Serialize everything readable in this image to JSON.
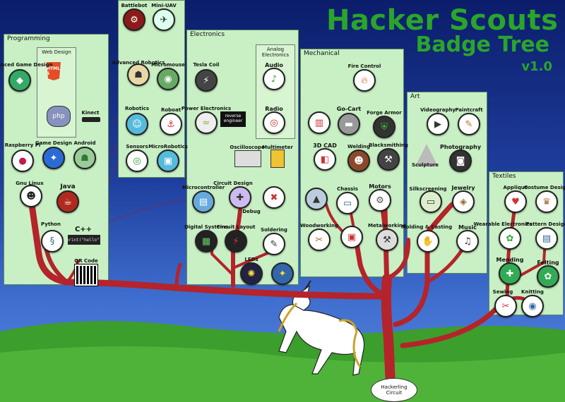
{
  "title": {
    "line1": "Hacker Scouts",
    "line2": "Badge Tree",
    "version": "v1.0"
  },
  "root": {
    "line1": "Hackerling",
    "line2": "Circuit"
  },
  "colors": {
    "title": "#2aa52a",
    "branch": "#c0282a",
    "panel": "#c8f0c4",
    "sky": "#1f3f9e",
    "grass": "#3c9e2c"
  },
  "panels": {
    "programming": "Programming",
    "web_design": "Web Design",
    "electronics": "Electronics",
    "analog": "Analog Electronics",
    "mechanical": "Mechanical",
    "art": "Art",
    "textiles": "Textiles"
  },
  "labels": {
    "html5": "HTML 5",
    "code_snippet": "print(\"hello\")",
    "reverse_engineer": "reverse engineer",
    "kinect": "Kinect",
    "oscilloscope": "Oscilloscope",
    "multimeter": "Multimeter"
  },
  "badges": {
    "advanced_game_design": "Advanced Game Design",
    "raspberry_pi": "Raspberry Pi",
    "game_design": "Game Design",
    "android": "Android",
    "gnu_linux": "Gnu Linux",
    "java": "Java",
    "python": "Python",
    "cpp": "C++",
    "qr_code": "QR Code",
    "battlebot": "Battlebot",
    "mini_uav": "Mini-UAV",
    "advanced_robotics": "Advanced Robotics",
    "micromouse": "Micromouse",
    "robotics": "Robotics",
    "roboat": "Roboat",
    "sensors": "Sensors",
    "microrobotics": "MicroRobotics",
    "tesla_coil": "Tesla Coil",
    "power_electronics": "Power Electronics",
    "audio": "Audio",
    "radio": "Radio",
    "microcontroller": "Microcontroller",
    "circuit_design": "Circuit Design",
    "debug": "Debug",
    "digital_systems": "Digital Systems",
    "circuit_layout": "Circuit Layout",
    "soldering": "Soldering",
    "leds": "LEDs",
    "fire_control": "Fire Control",
    "go_cart": "Go-Cart",
    "forge_armor": "Forge Armor",
    "cad_3d": "3D CAD",
    "welding": "Welding",
    "blacksmithing": "Blacksmithing",
    "chassis": "Chassis",
    "motors": "Motors",
    "woodworking": "Woodworking",
    "metalworking": "Metalworking",
    "videography": "Videography",
    "paintcraft": "Paintcraft",
    "sculpture": "Sculpture",
    "photography": "Photography",
    "silkscreening": "Silkscreening",
    "jewelry": "Jewelry",
    "molding_casting": "Molding & Casting",
    "music": "Music",
    "applique": "Applique",
    "costume_design": "Costume Design",
    "wearable_electronics": "Wearable Electronics",
    "pattern_design": "Pattern Design",
    "mending": "Mending",
    "felting": "Felting",
    "sewing": "Sewing",
    "knitting": "Knitting"
  }
}
